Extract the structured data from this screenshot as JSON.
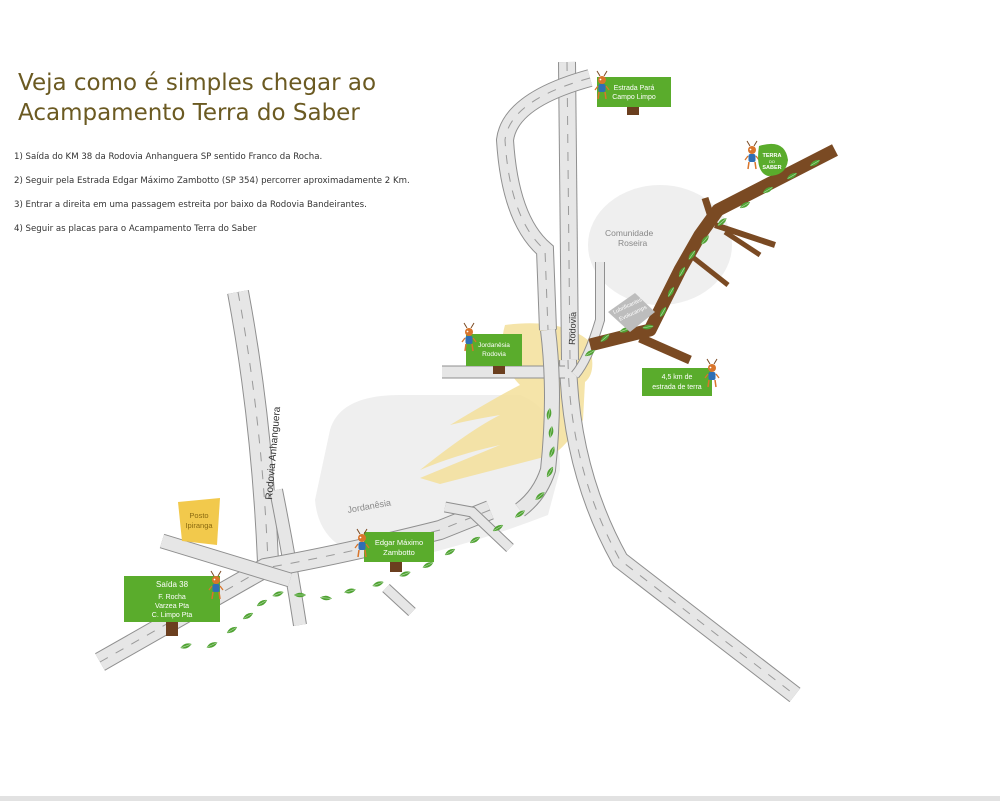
{
  "title": {
    "line1": "Veja como é simples chegar ao",
    "line2": "Acampamento Terra do Saber"
  },
  "instructions": [
    "1) Saída do KM 38 da Rodovia Anhanguera SP sentido Franco da Rocha.",
    "2) Seguir pela Estrada Edgar Máximo Zambotto (SP 354) percorrer aproximadamente 2 Km.",
    "3) Entrar a direita em uma passagem estreita por baixo da Rodovia Bandeirantes.",
    "4) Seguir as placas para o Acampamento Terra do Saber"
  ],
  "map": {
    "road_labels": {
      "anhanguera": "Rodovia Anhanguera",
      "bandeirantes": "Rodovia"
    },
    "area_labels": {
      "jordanesia": "Jordanêsia",
      "comunidade_1": "Comunidade",
      "comunidade_2": "Roseira",
      "landmark_1": "Lubrificantes",
      "landmark_2": "Evolucamps"
    },
    "signs": {
      "posto_1": "Posto",
      "posto_2": "Ipiranga",
      "saida_title": "Saída 38",
      "saida_1": "F. Rocha",
      "saida_2": "Varzea Pta",
      "saida_3": "C. Limpo Pta",
      "edgar_1": "Edgar Máximo",
      "edgar_2": "Zambotto",
      "jord_1": "Jordanêsia",
      "jord_2": "Rodovia",
      "campo_1": "Estrada Pará",
      "campo_2": "Campo Limpo",
      "dirt_1": "4,5 km de",
      "dirt_2": "estrada de terra"
    },
    "logo": {
      "line1": "TERRA",
      "line2": "DO",
      "line3": "SABER"
    },
    "colors": {
      "road_fill": "#e6e6e6",
      "road_edge": "#8f8f8f",
      "route_leaf": "#4fa332",
      "sign_green": "#5aac2c",
      "sign_yellow": "#f2c94c",
      "dirt_road": "#7a4a23",
      "watermark": "#f3df9a",
      "area_gray": "#efefef"
    },
    "icons": [
      "ant-mascot-icon",
      "leaf-icon",
      "sign-post-icon",
      "terra-do-saber-logo"
    ]
  }
}
